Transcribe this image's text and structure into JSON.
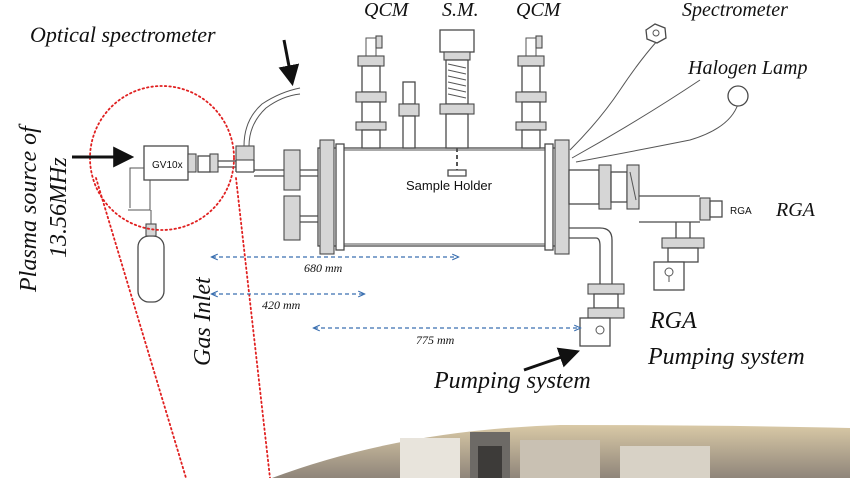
{
  "labels": {
    "qcm_left": "QCM",
    "sm": "S.M.",
    "qcm_right": "QCM",
    "spectrometer": "Spectrometer",
    "optical_spectrometer": "Optical spectrometer",
    "halogen_lamp": "Halogen Lamp",
    "plasma_source_line1": "Plasma source of",
    "plasma_source_line2": "13.56MHz",
    "gv10x": "GV10x",
    "sample_holder": "Sample Holder",
    "rga_box": "RGA",
    "rga_side": "RGA",
    "rga_pumping_line1": "RGA",
    "rga_pumping_line2": "Pumping system",
    "gas_inlet": "Gas Inlet",
    "pumping_system": "Pumping system"
  },
  "dimensions": {
    "d680": "680 mm",
    "d420": "420 mm",
    "d775": "775 mm"
  },
  "colors": {
    "highlight_circle": "#e02020",
    "dimension_arrows": "#3a6fb0",
    "equipment_stroke": "#4a4a4a"
  }
}
